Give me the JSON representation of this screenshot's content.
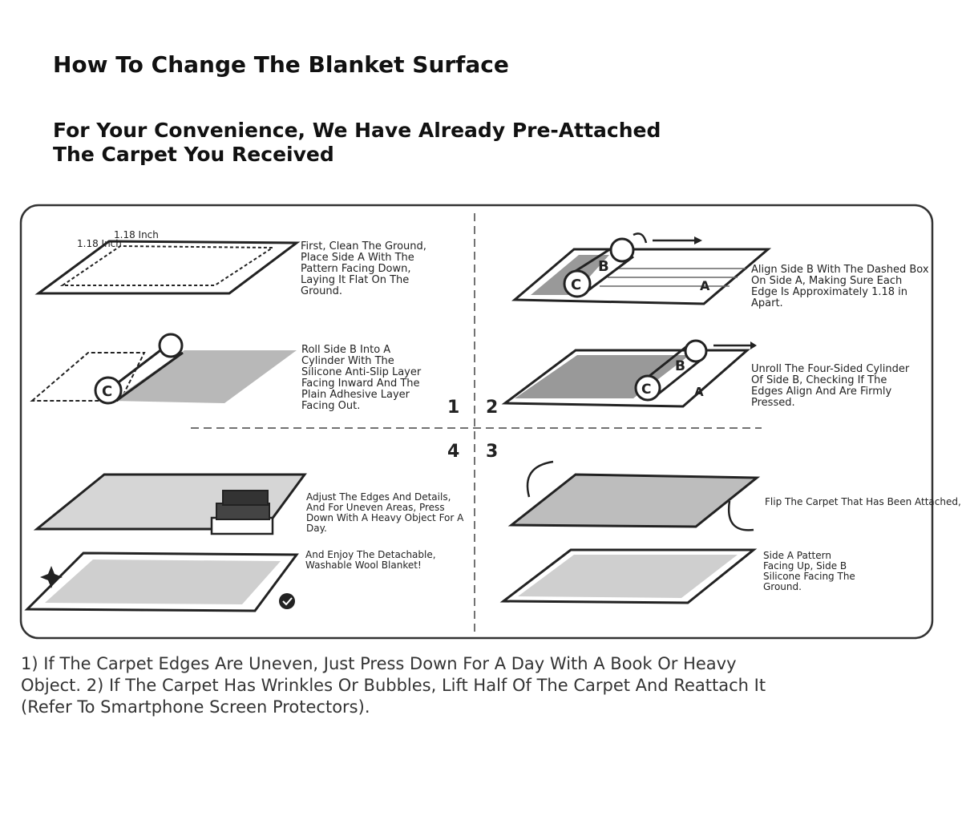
{
  "title": "How To Change The Blanket Surface",
  "subtitle": "For Your Convenience, We Have Already Pre-Attached The Carpet You Received",
  "labels": {
    "dim_top": "1.18 Inch",
    "dim_left": "1.18 Inch",
    "side_a": "A",
    "side_b": "B",
    "side_c": "C"
  },
  "section_numbers": [
    "1",
    "2",
    "4",
    "3"
  ],
  "steps": {
    "s1": "First, Clean The Ground, Place Side A With The Pattern Facing Down, Laying It Flat On The Ground.",
    "s2": "Roll Side B Into A Cylinder With The Silicone Anti-Slip Layer Facing Inward And The Plain Adhesive Layer Facing Out.",
    "s3": "Align Side B With The Dashed Box On Side A, Making Sure Each Edge Is Approximately 1.18 in Apart.",
    "s4": "Unroll The Four-Sided Cylinder Of Side B, Checking If The Edges Align And Are Firmly Pressed.",
    "s5": "Adjust The Edges And Details, And For Uneven Areas, Press Down With A Heavy Object For A Day.",
    "s6": "And Enjoy The Detachable, Washable Wool Blanket!",
    "s7": "Flip The Carpet That Has Been Attached,",
    "s8": "Side A Pattern Facing Up, Side B Silicone Facing The Ground."
  },
  "note": "1) If The Carpet Edges Are Uneven, Just Press Down For A Day With A Book Or Heavy Object. 2) If The Carpet Has Wrinkles Or Bubbles, Lift Half Of The Carpet And Reattach It (Refer To Smartphone Screen Protectors)."
}
